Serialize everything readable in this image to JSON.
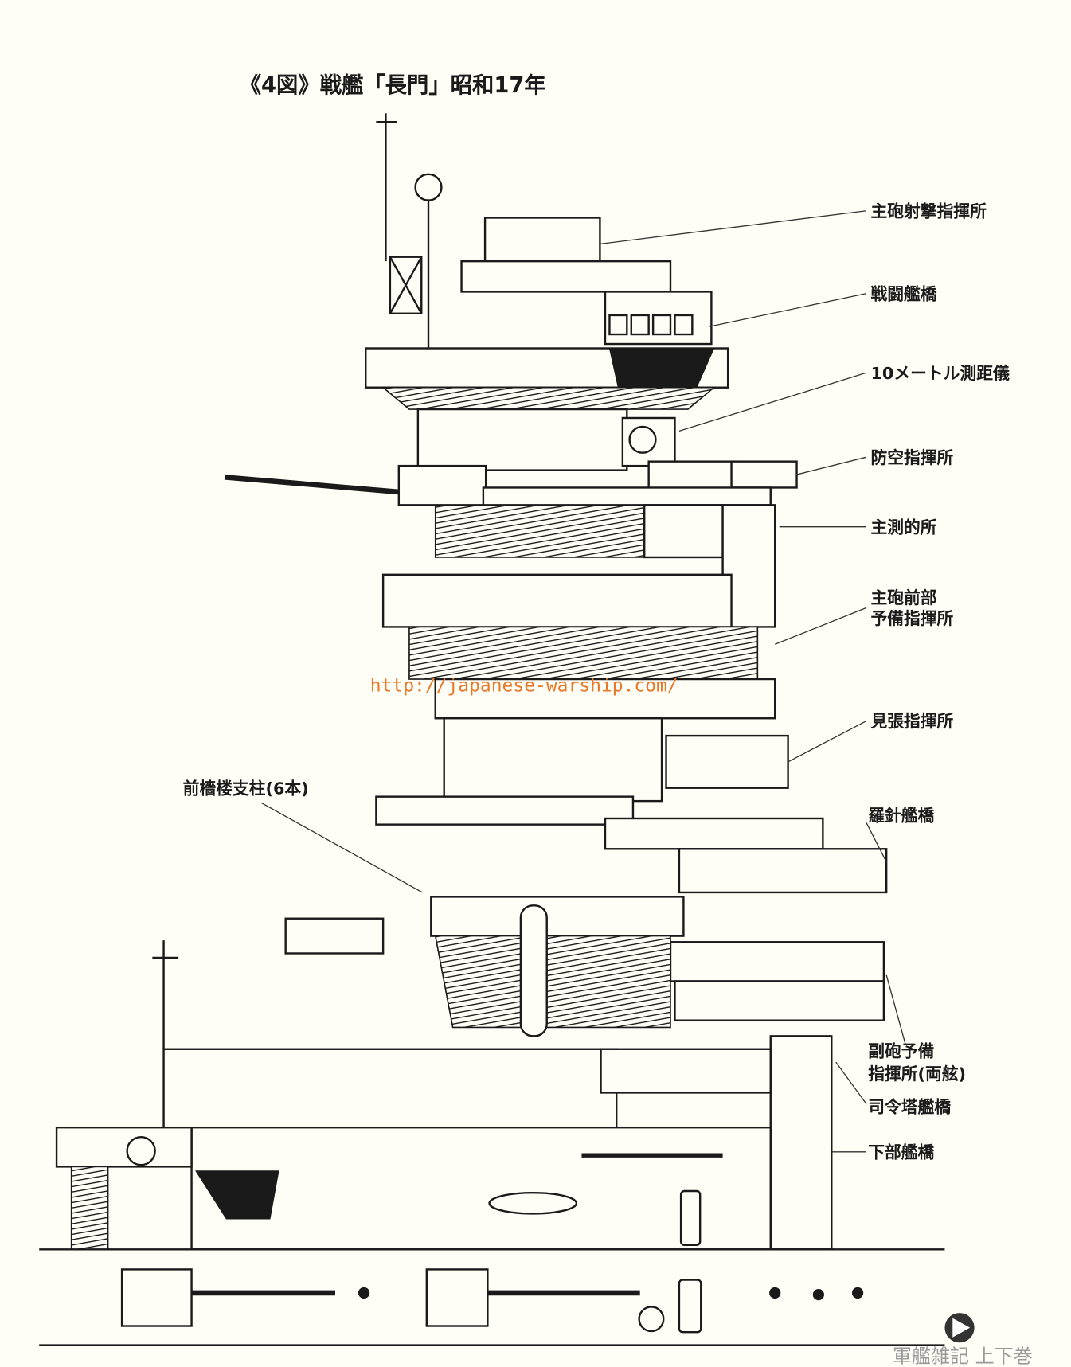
{
  "title": "《4図》戦艦「長門」昭和17年",
  "watermark": "http://japanese-warship.com/",
  "labels": {
    "main_gun_director": "主砲射撃指揮所",
    "combat_bridge": "戦闘艦橋",
    "rangefinder": "10メートル測距儀",
    "aa_command": "防空指揮所",
    "main_plotting": "主測的所",
    "main_fwd_reserve_1": "主砲前部",
    "main_fwd_reserve_2": "予備指揮所",
    "lookout_command": "見張指揮所",
    "compass_bridge": "羅針艦橋",
    "secondary_reserve_1": "副砲予備",
    "secondary_reserve_2": "指揮所(両舷)",
    "conning_tower_bridge": "司令塔艦橋",
    "lower_bridge": "下部艦橋",
    "foremast_legs": "前檣楼支柱(6本)"
  },
  "footer": {
    "book": "軍艦雑記 上下巻",
    "next_icon": "play-arrow-icon"
  }
}
